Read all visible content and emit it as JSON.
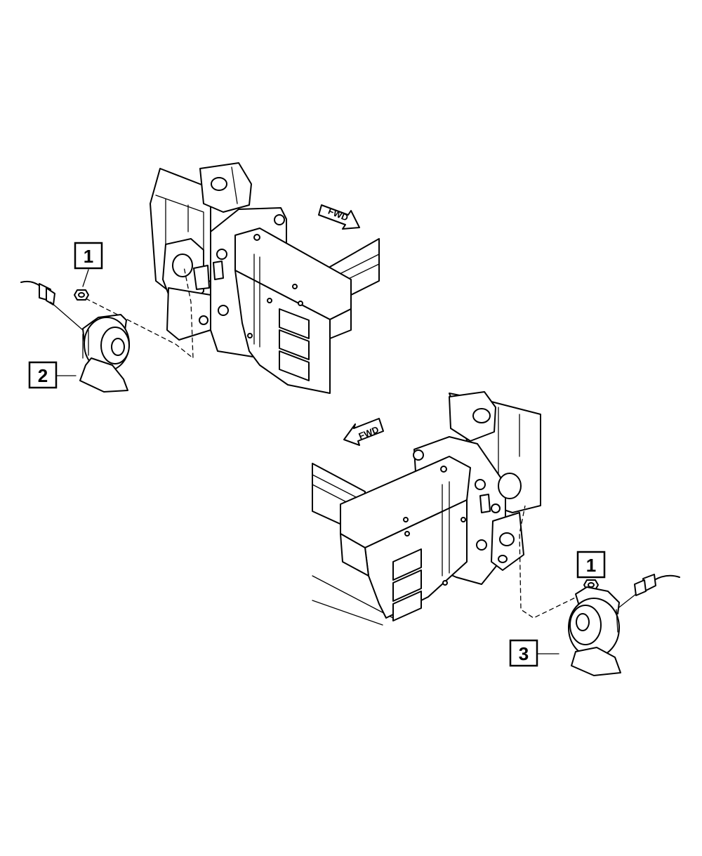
{
  "diagram": {
    "callouts": [
      {
        "id": "callout-1-top",
        "label": "1"
      },
      {
        "id": "callout-2",
        "label": "2"
      },
      {
        "id": "callout-1-bottom",
        "label": "1"
      },
      {
        "id": "callout-3",
        "label": "3"
      }
    ],
    "direction_labels": {
      "top": "FWD",
      "bottom": "FWD"
    }
  }
}
